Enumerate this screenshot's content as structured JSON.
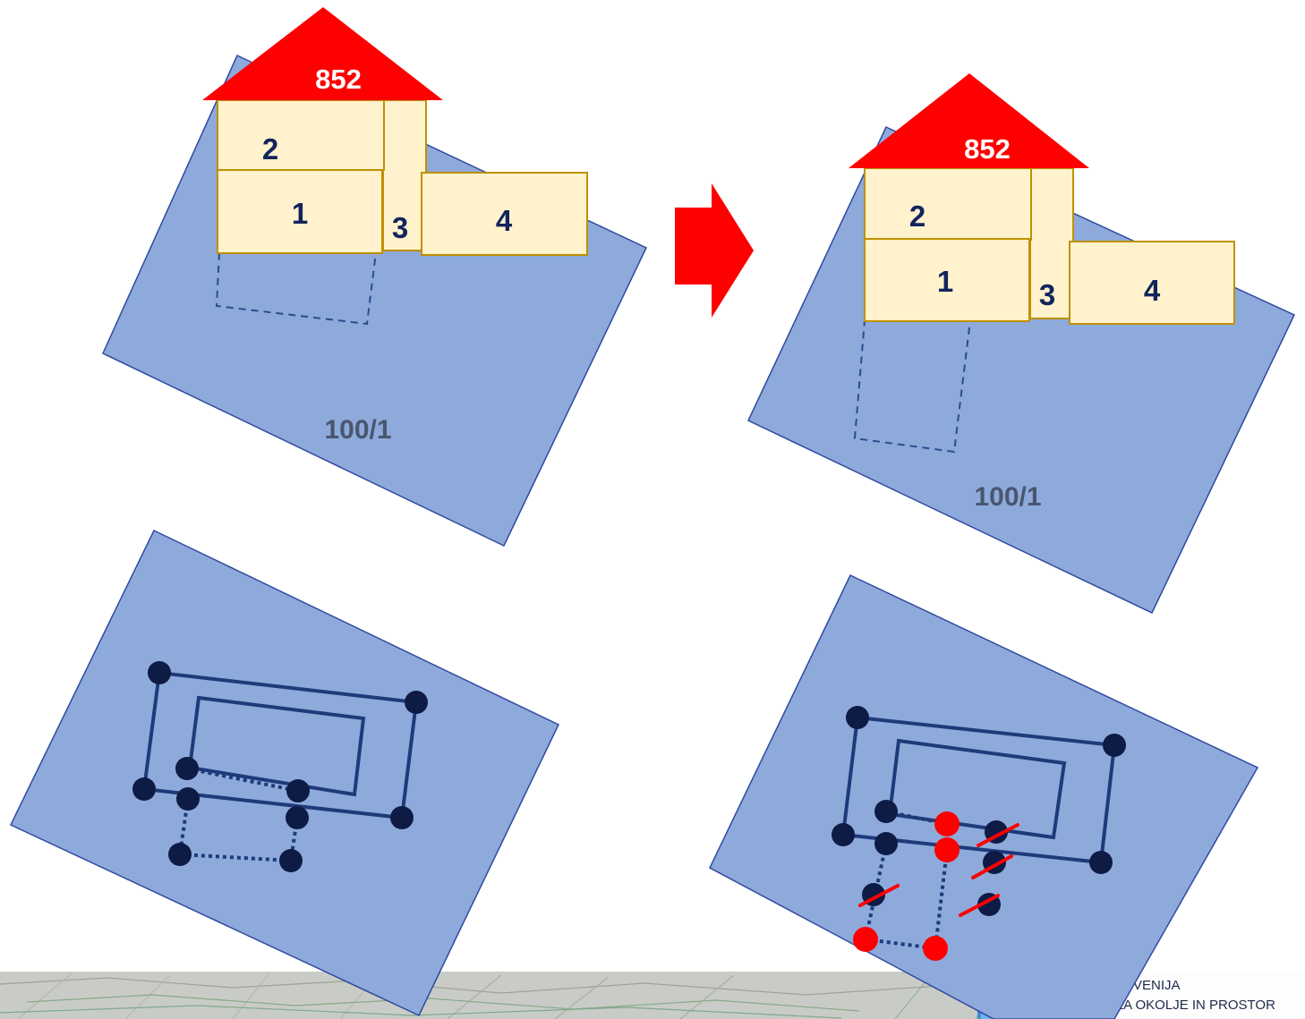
{
  "diagram": {
    "before": {
      "building_number": "852",
      "parts": [
        "1",
        "2",
        "3",
        "4"
      ],
      "parcel_number": "100/1"
    },
    "after": {
      "building_number": "852",
      "parts": [
        "1",
        "2",
        "3",
        "4"
      ],
      "parcel_number": "100/1"
    }
  },
  "footer": {
    "line1": "VENIJA",
    "line2": "ZA OKOLJE IN PROSTOR"
  },
  "colors": {
    "parcel": "#8eaadb",
    "roof": "#ff0000",
    "part_fill": "#fff2cc",
    "part_border": "#bf9000",
    "vertex": "#0d1b45",
    "removed": "#ff0000"
  }
}
